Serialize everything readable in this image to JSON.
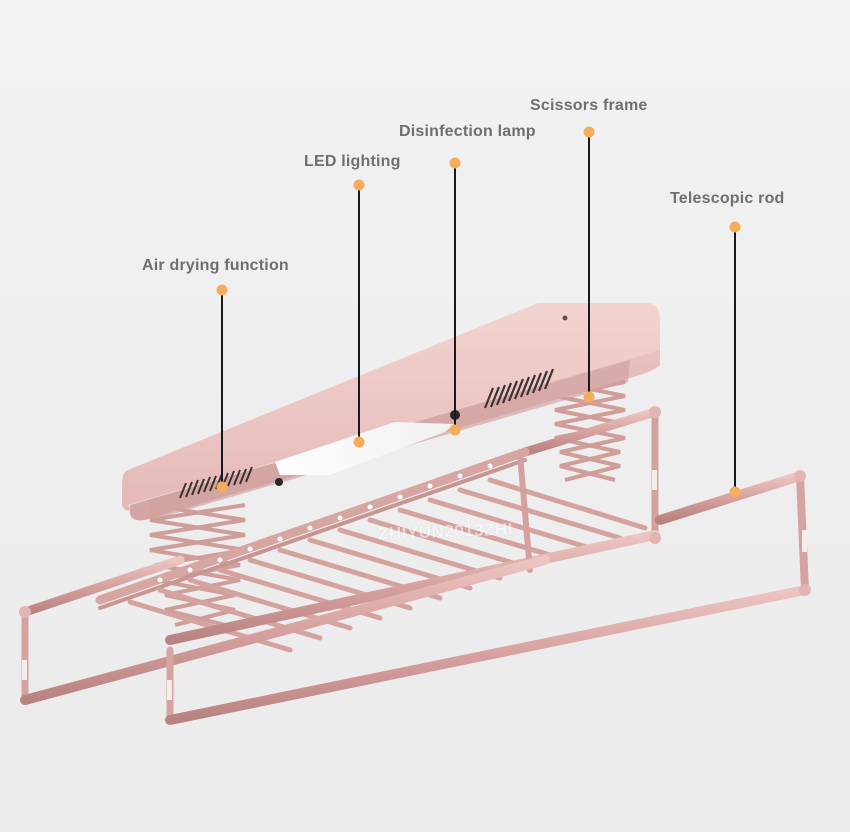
{
  "callouts": [
    {
      "id": "air-drying",
      "label": "Air drying function"
    },
    {
      "id": "led-lighting",
      "label": "LED lighting"
    },
    {
      "id": "disinfection-lamp",
      "label": "Disinfection lamp"
    },
    {
      "id": "scissors-frame",
      "label": "Scissors frame"
    },
    {
      "id": "telescopic-rod",
      "label": "Telescopic rod"
    }
  ],
  "watermark": "ZHIYUN2013ZHI",
  "colors": {
    "product_pink": "#e8c2c0",
    "product_shadow": "#c99c9a",
    "rod": "#d9a9a6",
    "dot": "#f6ad5b",
    "line": "#1a1a1a",
    "label": "#6f6f6f",
    "led_panel": "#fbfbfb"
  }
}
